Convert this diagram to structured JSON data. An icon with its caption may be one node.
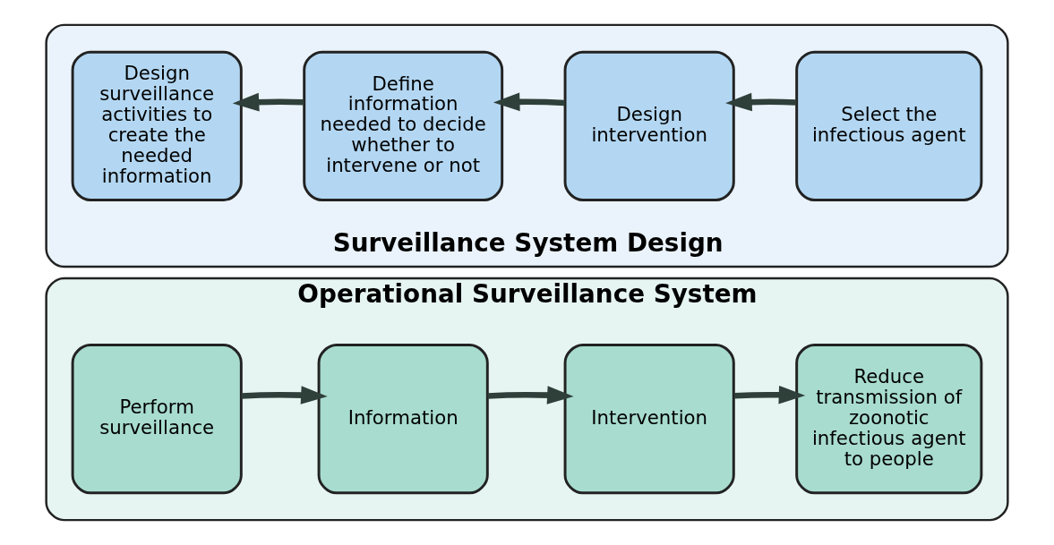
{
  "diagram": {
    "nodes": [
      {
        "text": [
          "Operational Surveillance System"
        ]
      },
      {
        "text": [
          "Perform surveillance"
        ],
        "in": 0
      },
      {
        "text": [
          "Information"
        ],
        "in": 0
      },
      {
        "text": [
          "Intervention"
        ],
        "in": 0
      },
      {
        "text": [
          "Reduce transmission of zoonotic infectious agent to people"
        ],
        "in": 0
      },
      {
        "text": [
          "Surveillance System Design"
        ]
      },
      {
        "text": [
          "Design surveillance activities to create the needed information"
        ],
        "in": 5
      },
      {
        "text": [
          "Define information needed to decide whether to intervene or not"
        ],
        "in": 5
      },
      {
        "text": [
          "Design intervention"
        ],
        "in": 5
      },
      {
        "text": [
          "Select the infectious agent"
        ],
        "in": 5
      }
    ],
    "edges": [
      {
        "from": 1,
        "to": 2,
        "arrow": "to"
      },
      {
        "from": 2,
        "to": 3,
        "arrow": "to"
      },
      {
        "from": 3,
        "to": 4,
        "arrow": "to"
      },
      {
        "from": 9,
        "to": 8,
        "arrow": "to"
      },
      {
        "from": 8,
        "to": 7,
        "arrow": "to"
      },
      {
        "from": 7,
        "to": 6,
        "arrow": "to"
      }
    ]
  }
}
